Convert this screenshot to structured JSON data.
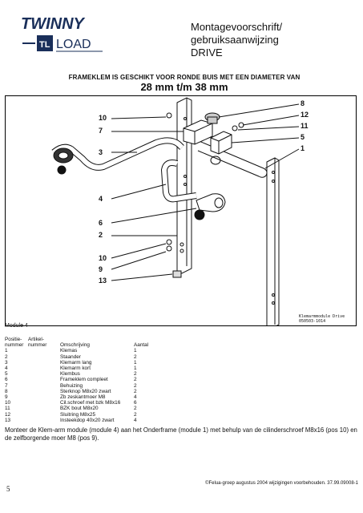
{
  "brand": {
    "name_top": "TWINNY",
    "name_bottom": "LOAD",
    "mark": "TL"
  },
  "header": {
    "title_line1": "Montagevoorschrift/",
    "title_line2": "gebruiksaanwijzing",
    "title_line3": "DRIVE"
  },
  "caption": {
    "line1": "FRAMEKLEM IS GESCHIKT VOOR RONDE BUIS MET EEN DIAMETER VAN",
    "line2": "28 mm t/m 38 mm"
  },
  "figure": {
    "callouts_left": [
      "10",
      "7",
      "3",
      "4",
      "6",
      "2",
      "10",
      "9",
      "13"
    ],
    "callouts_right": [
      "8",
      "12",
      "11",
      "5",
      "1"
    ],
    "tag_line1": "Klemarmmodule Drive",
    "tag_line2": "050503-1014"
  },
  "module_label": "Module 4",
  "parts_table": {
    "headers": {
      "col1_line1": "Positie-",
      "col1_line2": "nummer",
      "col2_line1": "Artikel-",
      "col2_line2": "nummer",
      "col3": "Omschrijving",
      "col4": "Aantal"
    },
    "rows": [
      {
        "pos": "1",
        "art": "",
        "desc": "Klemas",
        "qty": "1"
      },
      {
        "pos": "2",
        "art": "",
        "desc": "Staander",
        "qty": "2"
      },
      {
        "pos": "3",
        "art": "",
        "desc": "Klemarm lang",
        "qty": "1"
      },
      {
        "pos": "4",
        "art": "",
        "desc": "Klemarm kort",
        "qty": "1"
      },
      {
        "pos": "5",
        "art": "",
        "desc": "Klembus",
        "qty": "2"
      },
      {
        "pos": "6",
        "art": "",
        "desc": "Frameklem compleet",
        "qty": "2"
      },
      {
        "pos": "7",
        "art": "",
        "desc": "Behuizing",
        "qty": "2"
      },
      {
        "pos": "8",
        "art": "",
        "desc": "Sterknop M8x20 zwart",
        "qty": "2"
      },
      {
        "pos": "9",
        "art": "",
        "desc": "Zb zeskantmoer M8",
        "qty": "4"
      },
      {
        "pos": "10",
        "art": "",
        "desc": "Cil.schroef met bzk M8x16",
        "qty": "6"
      },
      {
        "pos": "11",
        "art": "",
        "desc": "BZK bout M8x20",
        "qty": "2"
      },
      {
        "pos": "12",
        "art": "",
        "desc": "Sluitring M8x25",
        "qty": "2"
      },
      {
        "pos": "13",
        "art": "",
        "desc": "Insteekdop 40x20 zwart",
        "qty": "4"
      }
    ]
  },
  "instruction": "Monteer de Klem-arm module (module 4) aan het Onderframe (module 1) met behulp van de cilinderschroef M8x16 (pos 10) en de zelfborgende moer M8 (pos 9).",
  "page_number": "5",
  "footer": "©Felua-groep augustus 2004 wijzigingen voorbehouden. 37.99.09008-1",
  "colors": {
    "ink": "#111111",
    "brand_blue": "#1a2f5a",
    "paper": "#ffffff"
  }
}
